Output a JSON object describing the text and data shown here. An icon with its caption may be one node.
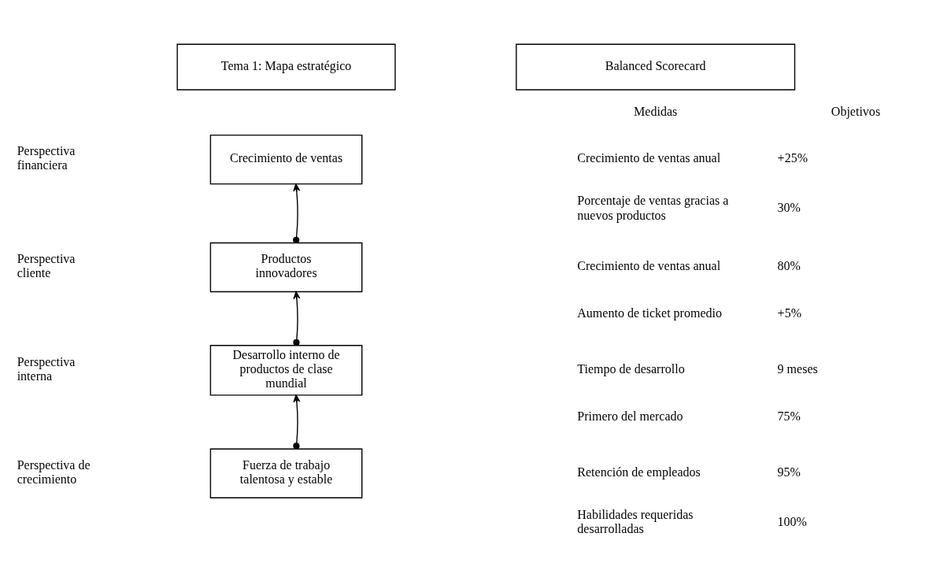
{
  "diagram": {
    "nodes": [
      {
        "text": [
          "Tema 1: Mapa estratégico"
        ]
      },
      {
        "text": [
          "Balanced Scorecard"
        ]
      },
      {
        "text": [
          "Crecimiento de ventas"
        ]
      },
      {
        "text": [
          "Productos innovadores"
        ]
      },
      {
        "text": [
          "Desarrollo interno de productos de clase mundial"
        ]
      },
      {
        "text": [
          "Fuerza de trabajo talentosa y estable"
        ]
      }
    ],
    "edges": [
      {
        "from": 3,
        "to": 2,
        "arrow": "to"
      },
      {
        "from": 4,
        "to": 3,
        "arrow": "to"
      },
      {
        "from": 5,
        "to": 4,
        "arrow": "to"
      }
    ],
    "labels": [
      "Medidas",
      "Objetivos",
      "Perspectiva financiera",
      "Crecimiento de ventas anual",
      "+25%",
      "Porcentaje de ventas gracias a nuevos productos",
      "30%",
      "Perspectiva cliente",
      "Crecimiento de ventas anual",
      "80%",
      "Aumento de ticket promedio",
      "+5%",
      "Perspectiva interna",
      "Tiempo de desarrollo",
      "9 meses",
      "Primero del mercado",
      "75%",
      "Perspectiva de crecimiento",
      "Retención de empleados",
      "95%",
      "Habilidades requeridas desarrolladas",
      "100%"
    ]
  }
}
